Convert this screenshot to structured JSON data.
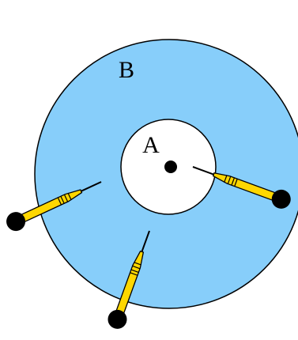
{
  "labels": {
    "outer": "B",
    "inner": "A"
  },
  "colors": {
    "outer_fill": "#87CEFA",
    "inner_fill": "#FFFFFF",
    "outline": "#000000",
    "probe_body": "#FFD700",
    "probe_tip": "#000000"
  },
  "probes": [
    {
      "name": "probe-right"
    },
    {
      "name": "probe-left"
    },
    {
      "name": "probe-bottom"
    }
  ]
}
